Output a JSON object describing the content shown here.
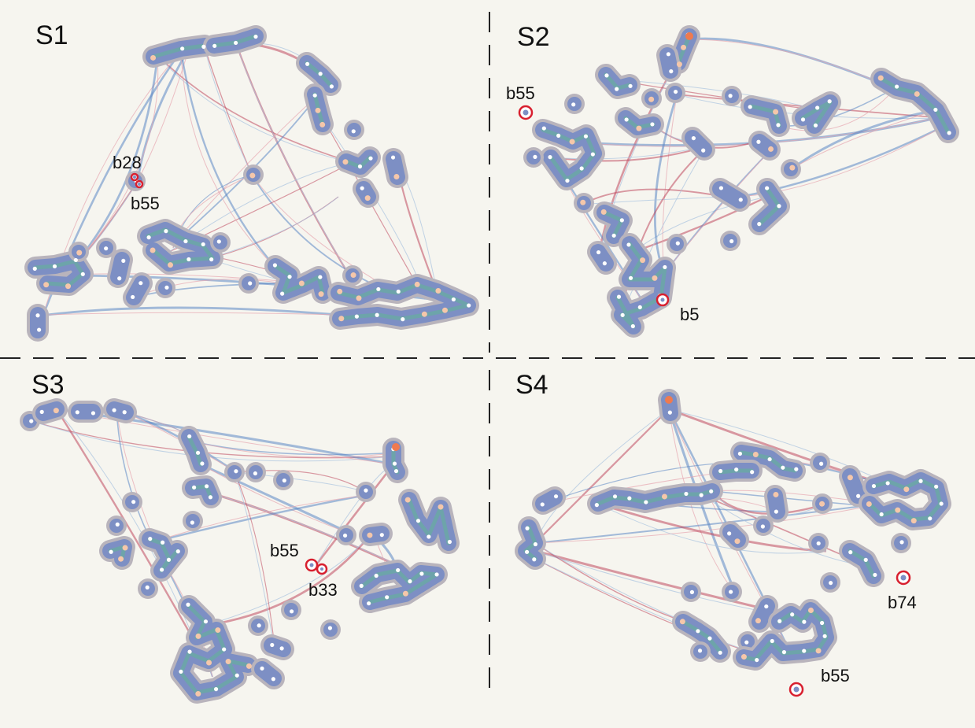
{
  "colors": {
    "background": "#f6f5ef",
    "cluster_halo": "#b9b4bc",
    "cluster_fill": "#7d8fc4",
    "cluster_core": "#63b39a",
    "edge_red": "#c0485f",
    "edge_blue": "#5b87c4",
    "edge_faint_red": "#e7a7b1",
    "edge_faint_blue": "#a9c3e0",
    "node_white": "#ffffff",
    "node_peach": "#f5c7aa",
    "node_orange": "#ef7a4f",
    "highlight_ring": "#d8202f",
    "divider": "#222222"
  },
  "panels": [
    {
      "id": "s1",
      "label": "S1",
      "highlights": [
        "b28",
        "b55"
      ]
    },
    {
      "id": "s2",
      "label": "S2",
      "highlights": [
        "b55",
        "b5"
      ]
    },
    {
      "id": "s3",
      "label": "S3",
      "highlights": [
        "b55",
        "b33"
      ]
    },
    {
      "id": "s4",
      "label": "S4",
      "highlights": [
        "b74",
        "b55"
      ]
    }
  ]
}
